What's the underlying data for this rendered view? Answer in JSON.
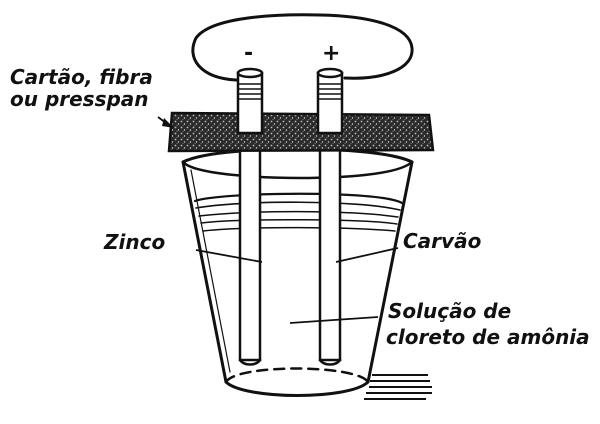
{
  "figure": {
    "labels": {
      "board_line1": "Cartão, fibra",
      "board_line2": "ou presspan",
      "zinc": "Zinco",
      "carbon": "Carvão",
      "solution_line1": "Solução de",
      "solution_line2": "cloreto de amônia"
    },
    "terminals": {
      "negative": "-",
      "positive": "+"
    }
  }
}
